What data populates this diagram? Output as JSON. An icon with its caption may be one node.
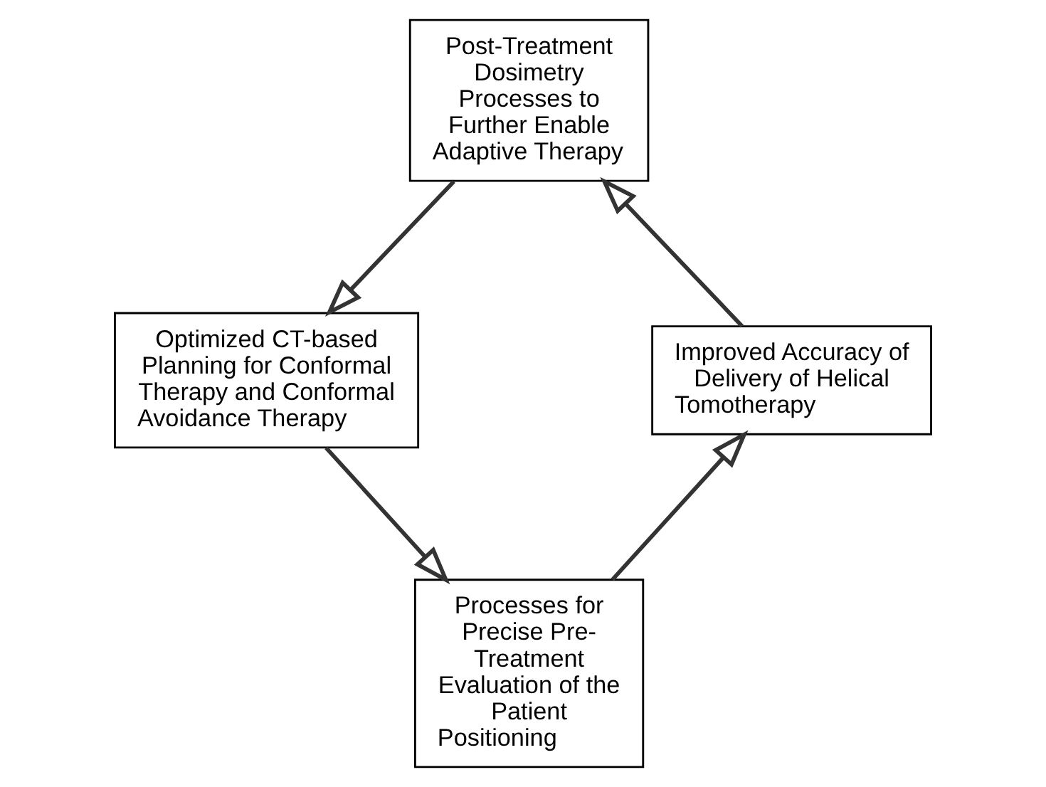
{
  "diagram": {
    "nodes": [
      {
        "text": [
          "Post-Treatment Dosimetry Processes to Further Enable Adaptive Therapy"
        ]
      },
      {
        "text": [
          "Optimized CT-based Planning for Conformal Therapy and Conformal Avoidance Therapy"
        ]
      },
      {
        "text": [
          "Improved Accuracy of Delivery of Helical Tomotherapy"
        ]
      },
      {
        "text": [
          "Processes for Precise Pre-Treatment Evaluation of the Patient Positioning"
        ]
      }
    ],
    "edges": [
      {
        "from": 0,
        "to": 1,
        "arrow": "to"
      },
      {
        "from": 1,
        "to": 3,
        "arrow": "to"
      },
      {
        "from": 3,
        "to": 2,
        "arrow": "to"
      },
      {
        "from": 2,
        "to": 0,
        "arrow": "to"
      }
    ]
  }
}
